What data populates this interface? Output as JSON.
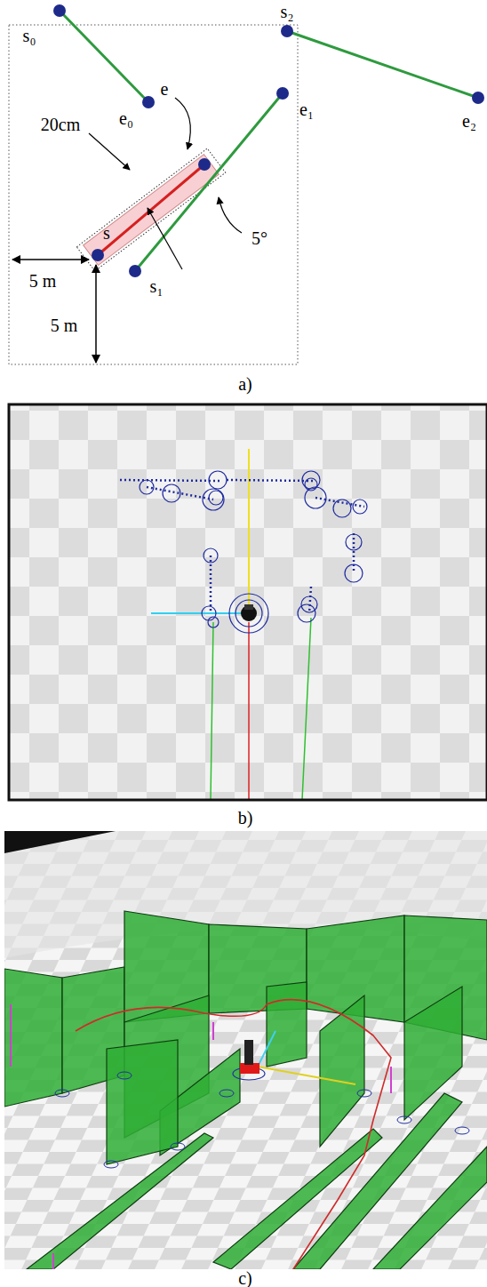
{
  "diagram": {
    "labels": [
      "s₀",
      "e₀",
      "s₂",
      "e₂",
      "e₁",
      "e",
      "20cm",
      "5°",
      "s",
      "s₁",
      "5 m",
      "5 m",
      "a)",
      "b)",
      "c)"
    ]
  }
}
